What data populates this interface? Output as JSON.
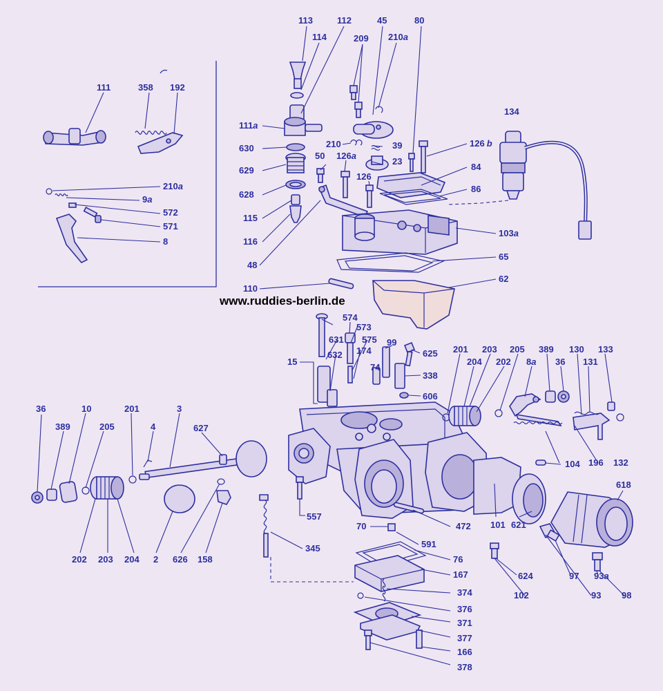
{
  "watermark": "www.ruddies-berlin.de",
  "colors": {
    "ink": "#2b2f9e",
    "paper": "#efe6f3"
  },
  "labels": {
    "l113": "113",
    "l114": "114",
    "l112": "112",
    "l45": "45",
    "l80": "80",
    "l209a": "209",
    "l210a_top_num": "210",
    "l210a_top_sfx": "a",
    "l111": "111",
    "l358": "358",
    "l192": "192",
    "l111a_num": "111",
    "l111a_sfx": "a",
    "l630": "630",
    "l629": "629",
    "l628": "628",
    "l115": "115",
    "l116": "116",
    "l48": "48",
    "l210b": "210",
    "l39": "39",
    "l23": "23",
    "l126b_num": "126",
    "l126b_sfx": "b",
    "l50": "50",
    "l126a_num": "126",
    "l126a_sfx": "a",
    "l126": "126",
    "l84": "84",
    "l86": "86",
    "l134": "134",
    "l103a_num": "103",
    "l103a_sfx": "a",
    "l65": "65",
    "l110": "110",
    "l62": "62",
    "l210c_num": "210",
    "l210c_sfx": "a",
    "l9a_num": "9",
    "l9a_sfx": "a",
    "l572": "572",
    "l571": "571",
    "l8": "8",
    "l574": "574",
    "l573": "573",
    "l631": "631",
    "l575": "575",
    "l99": "99",
    "l625": "625",
    "l15": "15",
    "l632": "632",
    "l174": "174",
    "l74": "74",
    "l338": "338",
    "l606": "606",
    "l201r": "201",
    "l203r": "203",
    "l205r": "205",
    "l389r": "389",
    "l130": "130",
    "l133": "133",
    "l204r": "204",
    "l202r": "202",
    "l8ar_num": "8",
    "l8ar_sfx": "a",
    "l36r": "36",
    "l131": "131",
    "l36l": "36",
    "l10": "10",
    "l201l": "201",
    "l3": "3",
    "l389l": "389",
    "l205l": "205",
    "l4": "4",
    "l627": "627",
    "l196": "196",
    "l132": "132",
    "l104": "104",
    "l618": "618",
    "l557": "557",
    "l472": "472",
    "l101": "101",
    "l621": "621",
    "l70": "70",
    "l591": "591",
    "l76": "76",
    "l167": "167",
    "l202l": "202",
    "l203l": "203",
    "l204l": "204",
    "l2": "2",
    "l626": "626",
    "l158": "158",
    "l345": "345",
    "l624": "624",
    "l97": "97",
    "l93a_num": "93",
    "l93a_sfx": "a",
    "l102": "102",
    "l93": "93",
    "l98": "98",
    "l374": "374",
    "l376": "376",
    "l371": "371",
    "l377": "377",
    "l166": "166",
    "l378": "378"
  }
}
